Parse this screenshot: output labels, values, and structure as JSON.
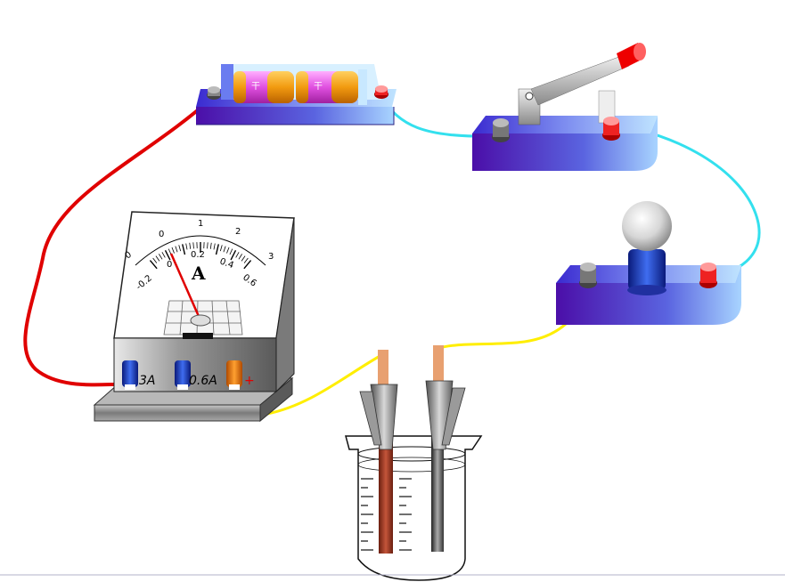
{
  "ammeter": {
    "unit": "A",
    "upper_scale": [
      "0",
      "1",
      "2",
      "3"
    ],
    "lower_scale": [
      "-0.2",
      "0",
      "0.2",
      "0.4",
      "0.6"
    ],
    "terminals": {
      "range_3a": "3A",
      "range_06a": "0.6A",
      "plus": "+"
    }
  },
  "battery": {
    "cell_label": "干"
  },
  "wires": {
    "red": "#e00000",
    "cyan": "#33e0ee",
    "yellow": "#ffee00"
  }
}
